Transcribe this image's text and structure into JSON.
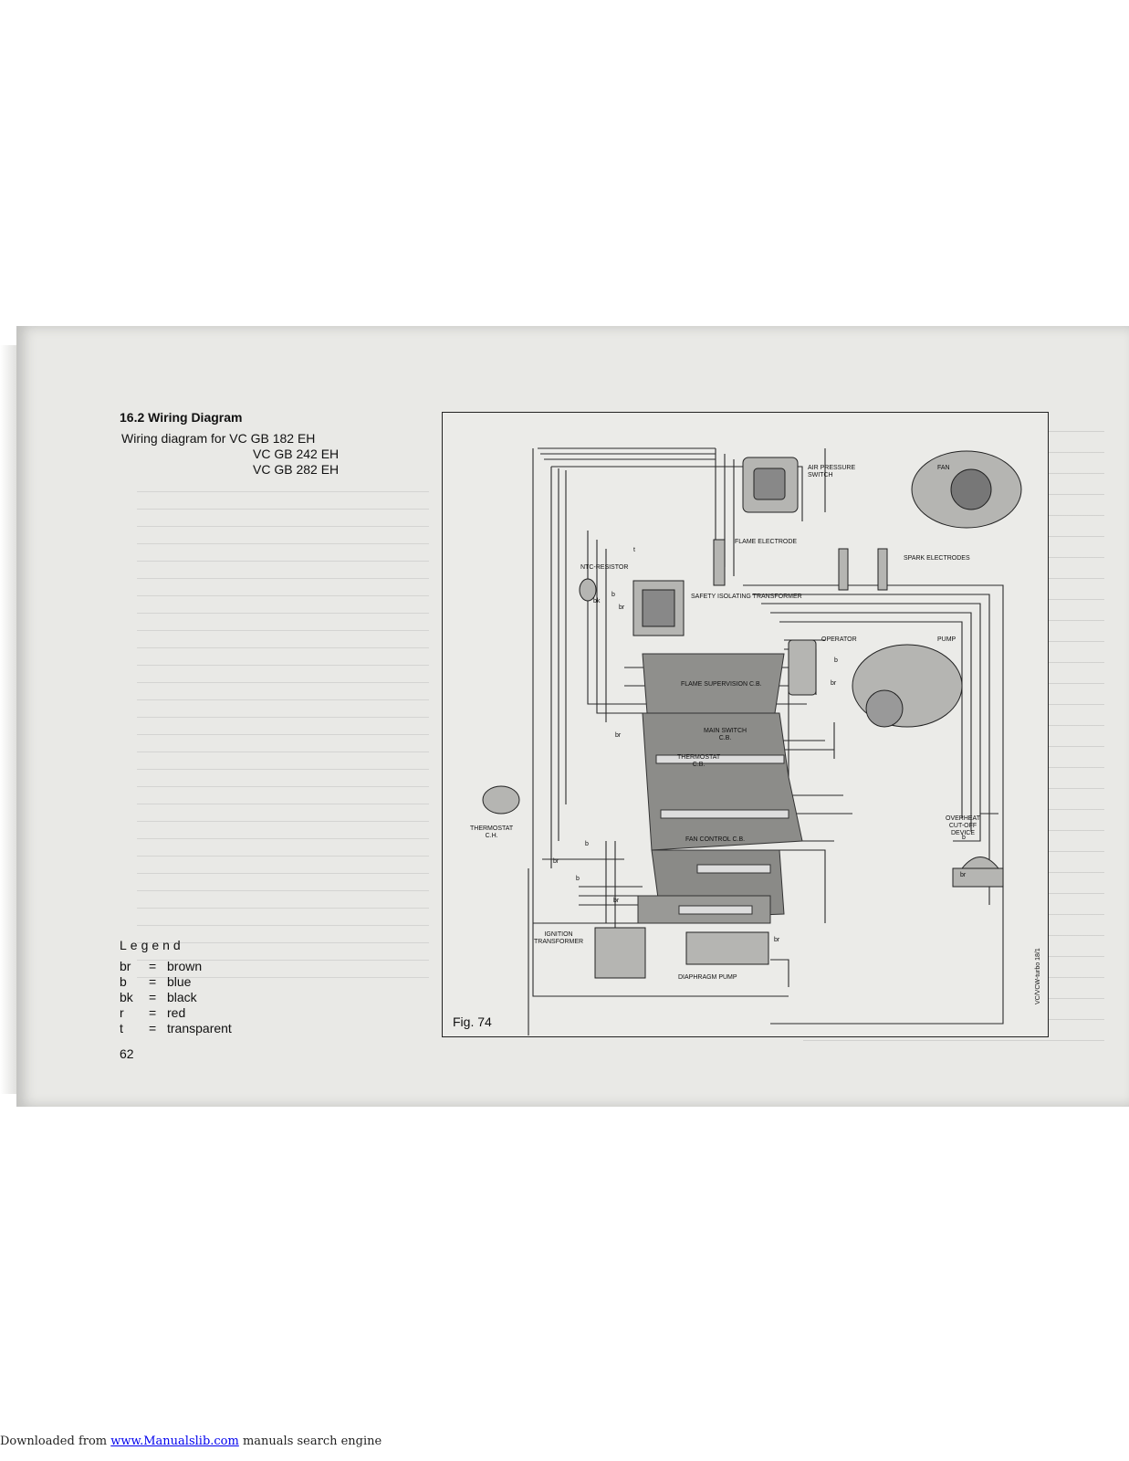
{
  "section_title": "16.2 Wiring Diagram",
  "subtitle": {
    "line1": "Wiring diagram for VC GB 182 EH",
    "line2": "VC GB 242 EH",
    "line3": "VC GB 282 EH"
  },
  "legend": {
    "title": "Legend",
    "items": [
      {
        "code": "br",
        "eq": "=",
        "name": "brown"
      },
      {
        "code": "b",
        "eq": "=",
        "name": "blue"
      },
      {
        "code": "bk",
        "eq": "=",
        "name": "black"
      },
      {
        "code": "r",
        "eq": "=",
        "name": "red"
      },
      {
        "code": "t",
        "eq": "=",
        "name": "transparent"
      }
    ]
  },
  "page_number": "62",
  "figure": {
    "label": "Fig. 74",
    "side_code": "VC/VCW-turbo 18/1",
    "components": {
      "air_pressure_switch": "AIR PRESSURE\nSWITCH",
      "fan": "FAN",
      "flame_electrode": "FLAME ELECTRODE",
      "spark_electrodes": "SPARK ELECTRODES",
      "ntc_resistor": "NTC-RESISTOR",
      "safety_transformer": "SAFETY ISOLATING TRANSFORMER",
      "operator": "OPERATOR",
      "pump": "PUMP",
      "flame_supervision": "FLAME SUPERVISION C.B.",
      "main_switch": "MAIN SWITCH\nC.B.",
      "thermostat_cb": "THERMOSTAT\nC.B.",
      "thermostat_ch": "THERMOSTAT\nC.H.",
      "fan_control": "FAN CONTROL C.B.",
      "overheat": "OVERHEAT\nCUT-OFF\nDEVICE",
      "ignition_transformer": "IGNITION\nTRANSFORMER",
      "diaphragm_pump": "DIAPHRAGM PUMP"
    },
    "wire_tags": [
      "br",
      "b",
      "bk",
      "t",
      "br",
      "b",
      "br",
      "b",
      "br",
      "br",
      "b",
      "br",
      "b",
      "br"
    ]
  },
  "footer": {
    "prefix": "Downloaded from ",
    "link": "www.Manualslib.com",
    "suffix": " manuals search engine"
  },
  "colors": {
    "page": "#e9e9e6",
    "board": "#8f8f8c",
    "ink": "#222222",
    "link": "#0000ee"
  }
}
